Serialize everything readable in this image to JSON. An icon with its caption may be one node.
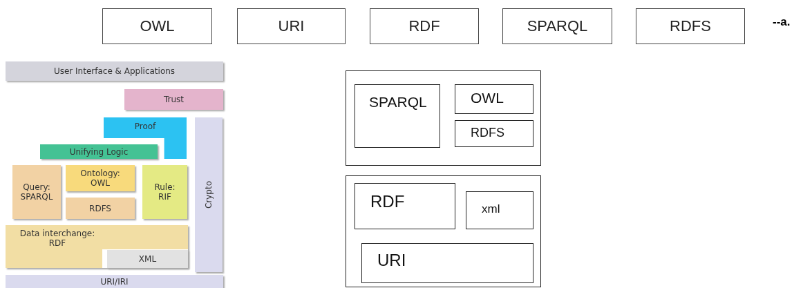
{
  "diagram": {
    "nodes": [
      {
        "text": [
          "OWL"
        ]
      },
      {
        "text": [
          "URI"
        ]
      },
      {
        "text": [
          "RDF"
        ]
      },
      {
        "text": [
          "SPARQL"
        ]
      },
      {
        "text": [
          "RDFS"
        ]
      },
      {
        "text": [
          "User Interface & Applications"
        ]
      },
      {
        "text": [
          "Trust"
        ]
      },
      {
        "text": [
          "Proof"
        ]
      },
      {
        "text": [
          "Crypto"
        ]
      },
      {
        "text": [
          "Unifying Logic"
        ]
      },
      {
        "text": [
          "Query: SPARQL"
        ]
      },
      {
        "text": [
          "Ontology: OWL"
        ]
      },
      {
        "text": [
          "RDFS"
        ]
      },
      {
        "text": [
          "Rule: RIF"
        ]
      },
      {
        "text": [
          "Data interchange: RDF"
        ]
      },
      {
        "text": [
          "XML"
        ],
        "in": 14
      },
      {
        "text": [
          "URI/IRI"
        ]
      },
      {
        "text": [],
        "shape": "box"
      },
      {
        "text": [
          "SPARQL"
        ],
        "in": 17
      },
      {
        "text": [
          "OWL"
        ],
        "in": 17
      },
      {
        "text": [
          "RDFS"
        ],
        "in": 17
      },
      {
        "text": [],
        "shape": "box"
      },
      {
        "text": [
          "RDF"
        ],
        "in": 21
      },
      {
        "text": [
          "xml"
        ],
        "in": 21
      },
      {
        "text": [
          "URI"
        ],
        "in": 21
      }
    ],
    "edges": [],
    "labels": [
      "--a."
    ]
  }
}
